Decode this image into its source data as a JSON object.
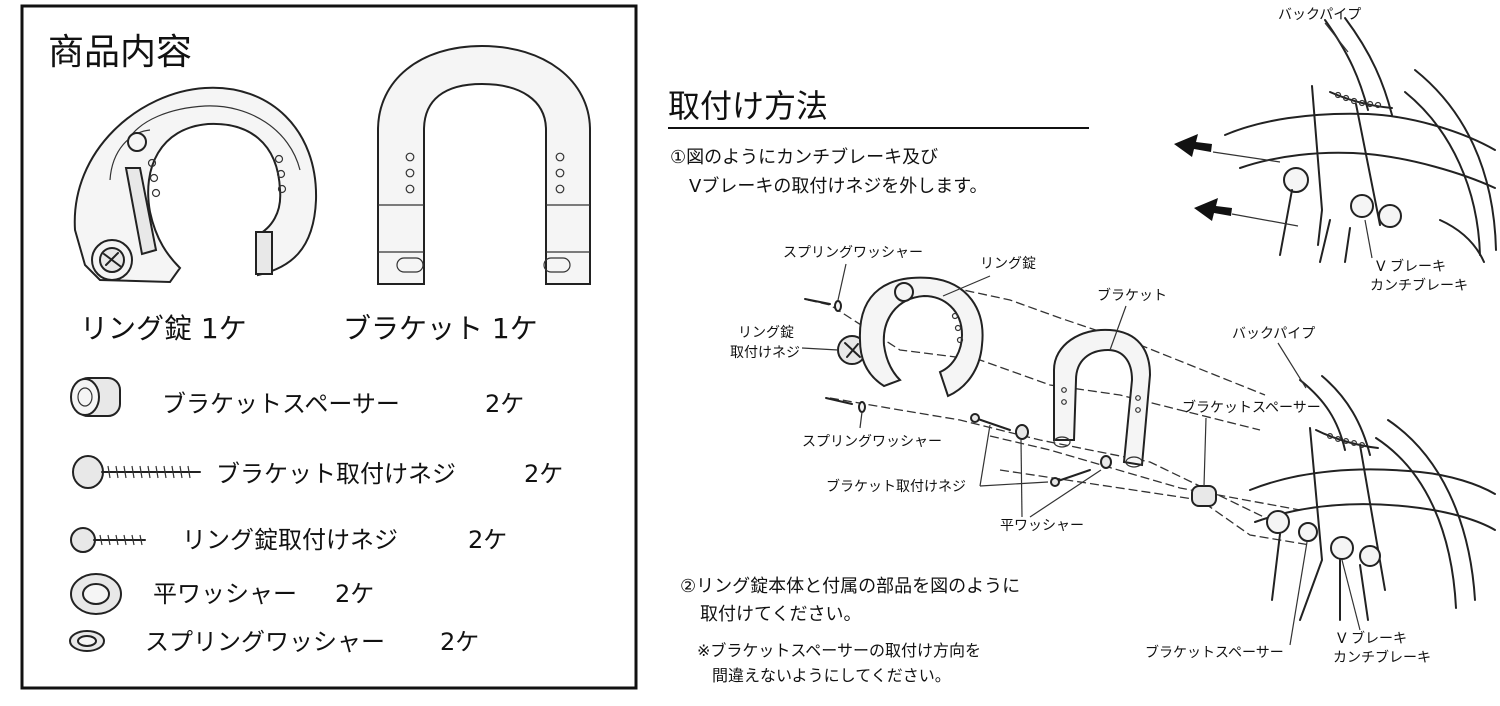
{
  "contents": {
    "title": "商品内容",
    "ring_lock_caption": "リング錠 1ケ",
    "bracket_caption": "ブラケット 1ケ",
    "parts": [
      {
        "name": "ブラケットスペーサー",
        "qty": "2ケ"
      },
      {
        "name": "ブラケット取付けネジ",
        "qty": "2ケ"
      },
      {
        "name": "リング錠取付けネジ",
        "qty": "2ケ"
      },
      {
        "name": "平ワッシャー",
        "qty": "2ケ"
      },
      {
        "name": "スプリングワッシャー",
        "qty": "2ケ"
      }
    ]
  },
  "installation": {
    "title": "取付け方法",
    "step1": {
      "line1": "①図のようにカンチブレーキ及び",
      "line2": "Vブレーキの取付けネジを外します。"
    },
    "step2": {
      "line1": "②リング錠本体と付属の部品を図のように",
      "line2": "取付けてください。"
    },
    "note": {
      "line1": "※ブラケットスペーサーの取付け方向を",
      "line2": "間違えないようにしてください。"
    },
    "labels": {
      "back_pipe": "バックパイプ",
      "v_brake": "V ブレーキ",
      "cantilever_brake": "カンチブレーキ",
      "spring_washer": "スプリングワッシャー",
      "ring_lock": "リング錠",
      "ring_lock_screw_l1": "リング錠",
      "ring_lock_screw_l2": "取付けネジ",
      "bracket": "ブラケット",
      "bracket_spacer": "ブラケットスペーサー",
      "bracket_screw": "ブラケット取付けネジ",
      "flat_washer": "平ワッシャー"
    }
  },
  "colors": {
    "ink": "#111111",
    "paper": "#ffffff"
  },
  "icons": [
    "ring-lock-icon",
    "bracket-icon",
    "spacer-icon",
    "bracket-screw-icon",
    "ring-lock-screw-icon",
    "flat-washer-icon",
    "spring-washer-icon"
  ]
}
